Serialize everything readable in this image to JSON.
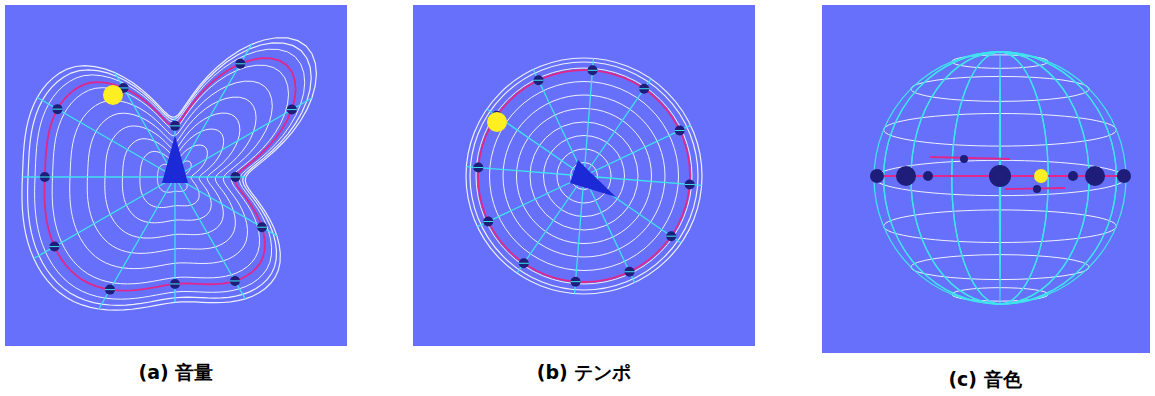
{
  "diagram": {
    "labels": [
      "(a) 音量",
      "(b) テンポ",
      "(c) 音色"
    ]
  }
}
